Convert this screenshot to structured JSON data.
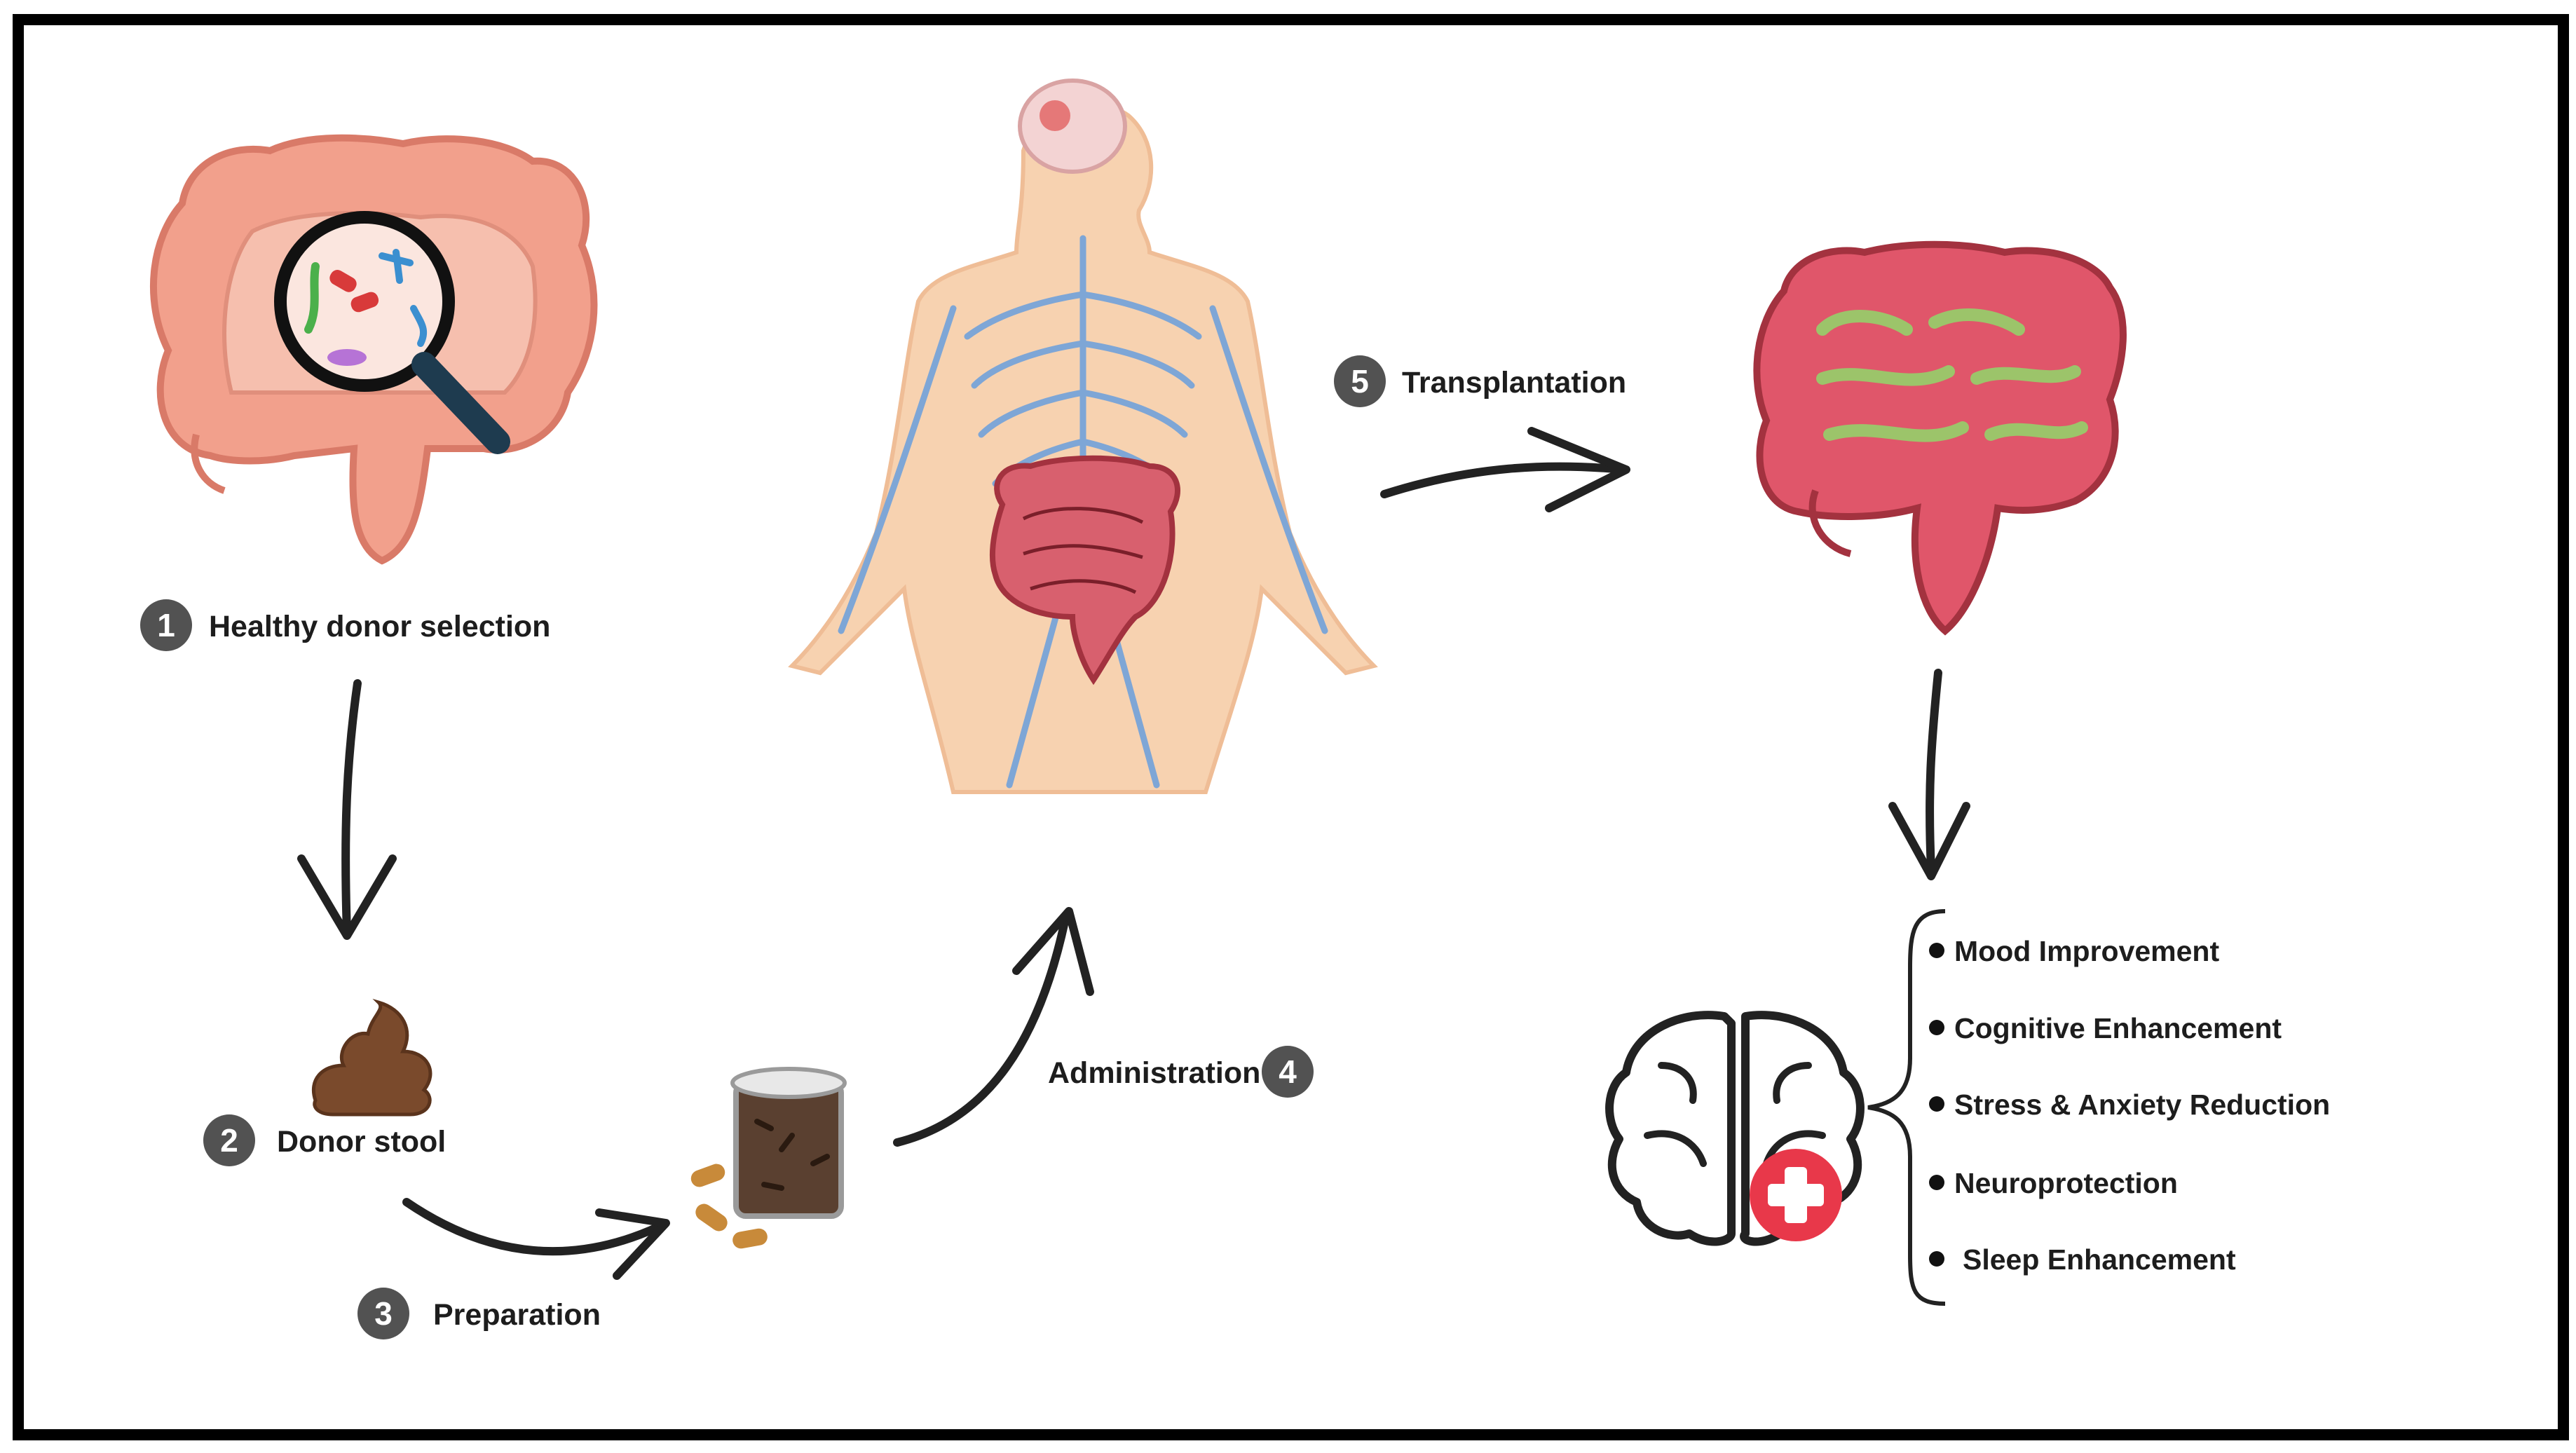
{
  "steps": [
    {
      "number": "1",
      "label": "Healthy donor selection"
    },
    {
      "number": "2",
      "label": "Donor stool"
    },
    {
      "number": "3",
      "label": "Preparation"
    },
    {
      "number": "4",
      "label": "Administration"
    },
    {
      "number": "5",
      "label": "Transplantation"
    }
  ],
  "benefits": [
    "Mood Improvement",
    "Cognitive Enhancement",
    "Stress & Anxiety Reduction",
    "Neuroprotection",
    "Sleep Enhancement"
  ],
  "colors": {
    "badge": "#525252",
    "intestine_pink": "#f2a08c",
    "intestine_red": "#e0566a",
    "nerve_blue": "#7ea6d6",
    "skin": "#f7d2b0",
    "microbe_green": "#9cc46a",
    "stool_brown": "#7a4a2c",
    "plus_red": "#e8384a"
  }
}
